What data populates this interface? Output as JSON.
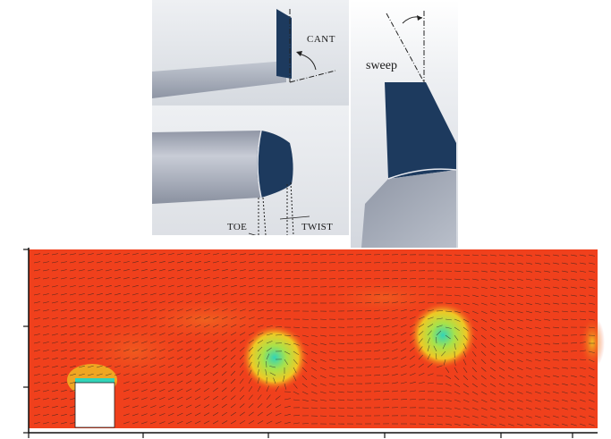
{
  "labels": {
    "cant": "CANT",
    "sweep": "sweep",
    "toe": "TOE",
    "twist": "TWIST"
  },
  "colors": {
    "flow_background": "#f0401c",
    "vortex_core": "#32d4b8",
    "vortex_mid": "#a8e24a",
    "vortex_outer": "#f0c824",
    "model_surface": "#a7adbb",
    "winglet_tip": "#1d3a5e",
    "arrow": "#1f1f1f"
  }
}
